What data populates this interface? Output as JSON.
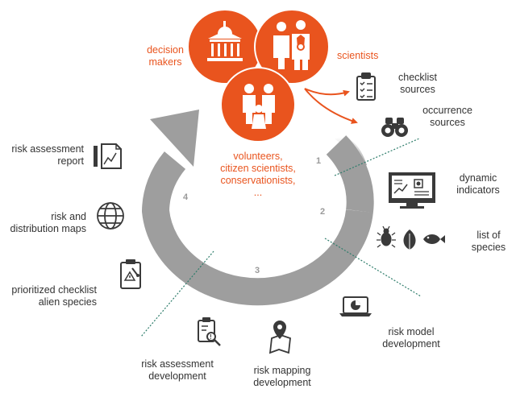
{
  "stakeholders": {
    "decision_makers": [
      "decision",
      "makers"
    ],
    "scientists": "scientists",
    "volunteers": [
      "volunteers,",
      "citizen scientists,",
      "conservationists,",
      "..."
    ]
  },
  "sources": {
    "checklist": [
      "checklist",
      "sources"
    ],
    "occurrence": [
      "occurrence",
      "sources"
    ]
  },
  "outputs": {
    "dynamic_indicators": [
      "dynamic",
      "indicators"
    ],
    "list_of_species": [
      "list of",
      "species"
    ],
    "risk_model_development": [
      "risk model",
      "development"
    ],
    "risk_mapping_development": [
      "risk mapping",
      "development"
    ],
    "risk_assessment_development": [
      "risk assessment",
      "development"
    ],
    "prioritized_checklist": [
      "prioritized checklist",
      "alien species"
    ],
    "risk_distribution_maps": [
      "risk and",
      "distribution maps"
    ],
    "risk_assessment_report": [
      "risk assessment",
      "report"
    ]
  },
  "steps": [
    "1",
    "2",
    "3",
    "4"
  ],
  "colors": {
    "accent": "#e9541e",
    "cycle": "#9e9e9e",
    "icon": "#3a3a3a",
    "divider": "#2e7d6b"
  },
  "icons": [
    "government-building-icon",
    "scientists-icon",
    "family-icon",
    "clipboard-checklist-icon",
    "binoculars-icon",
    "monitor-dashboard-icon",
    "beetle-icon",
    "leaf-icon",
    "fish-icon",
    "laptop-pie-chart-icon",
    "map-pin-icon",
    "clipboard-magnifier-icon",
    "clipboard-warning-icon",
    "globe-icon",
    "report-chart-icon"
  ]
}
